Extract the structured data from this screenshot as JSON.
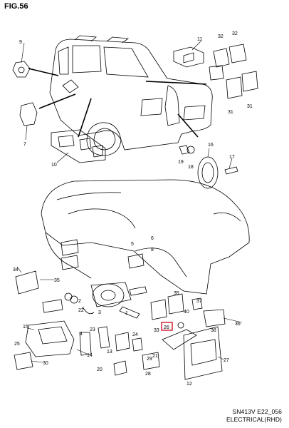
{
  "figure": {
    "title": "FIG.56",
    "code": "SN413V E22_056",
    "section": "ELECTRICAL(RHD)",
    "highlighted_part": "26"
  },
  "callouts": [
    "9",
    "7",
    "10",
    "11",
    "32",
    "32",
    "31",
    "31",
    "19",
    "18",
    "16",
    "17",
    "5",
    "6",
    "34",
    "35",
    "2",
    "22",
    "4",
    "15",
    "23",
    "25",
    "30",
    "3",
    "14",
    "1",
    "13",
    "24",
    "20",
    "33",
    "35",
    "40",
    "37",
    "36",
    "26",
    "38",
    "21",
    "27",
    "28",
    "29",
    "12",
    "8"
  ],
  "colors": {
    "ink": "#000000",
    "paper": "#ffffff",
    "highlight": "#d0021b"
  }
}
